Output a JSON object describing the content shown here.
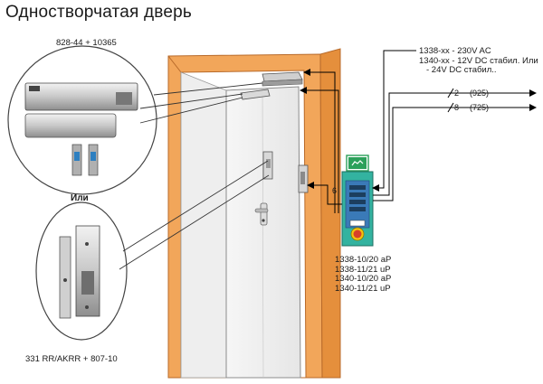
{
  "title": "Одностворчатая дверь",
  "labels": {
    "top_kit": "828-44 + 10365",
    "or": "Или",
    "bottom_kit": "331 RR/AKRR + 807-10",
    "wire_6": "6"
  },
  "power_supply": [
    "1338-xx - 230V AC",
    "1340-xx - 12V DC стабил. Или",
    "- 24V DC стабил.."
  ],
  "wires": [
    {
      "count": "2",
      "code": "(925)"
    },
    {
      "count": "8",
      "code": "(725)"
    }
  ],
  "models": [
    "1338-10/20 aP",
    "1338-11/21 uP",
    "1340-10/20 aP",
    "1340-11/21 uP"
  ],
  "colors": {
    "door_frame": "#f2a65a",
    "frame_edge": "#b86a2a",
    "controller_body": "#33b3a0",
    "controller_face": "#3a7ab8",
    "stop_button": "#d73f2a",
    "exit_sign": "#2ca05a"
  }
}
